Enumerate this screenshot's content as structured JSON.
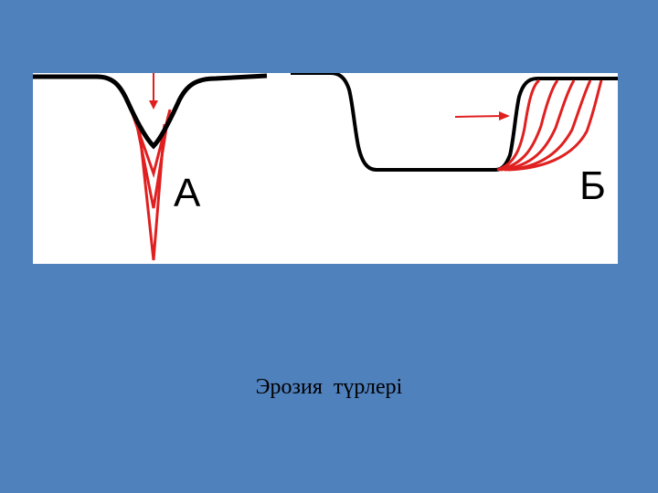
{
  "slide": {
    "background_color": "#4f81bd",
    "panel_color": "#ffffff",
    "caption": "Эрозия  түрлері"
  },
  "diagram": {
    "ground_color": "#000000",
    "erosion_color": "#e02020",
    "labels": {
      "a": "А",
      "b": "Б"
    }
  }
}
